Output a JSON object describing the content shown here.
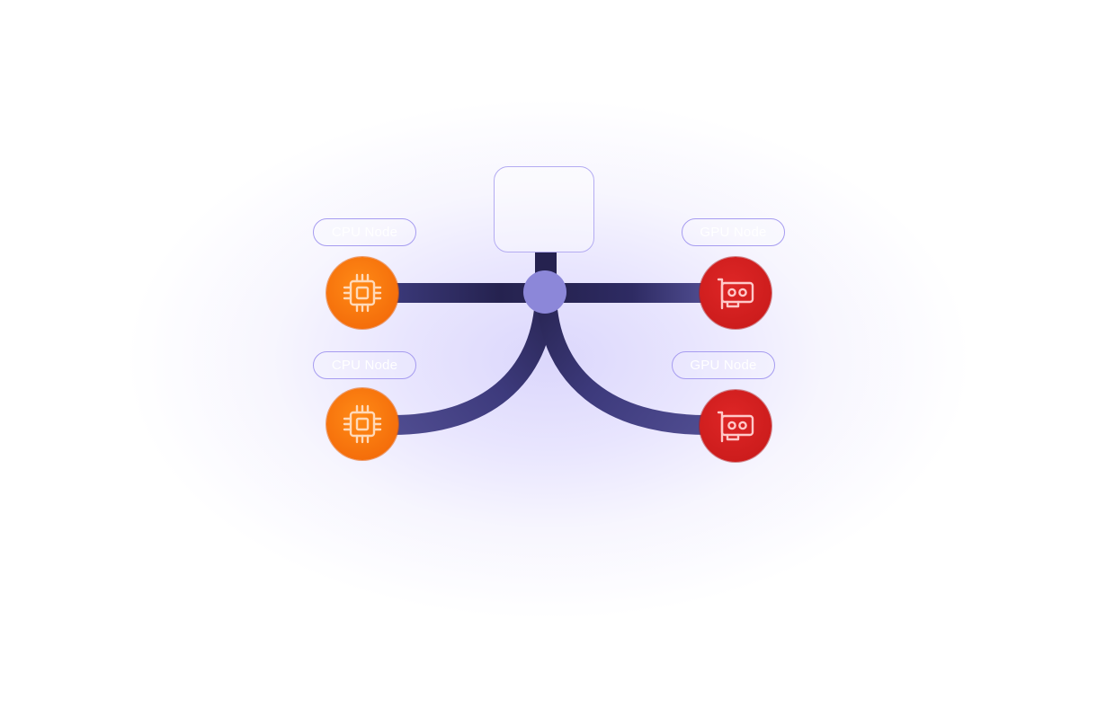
{
  "diagram": {
    "nodes": [
      {
        "id": "cpu-1",
        "kind": "cpu",
        "label": "CPU Node",
        "icon": "cpu-chip-icon"
      },
      {
        "id": "cpu-2",
        "kind": "cpu",
        "label": "CPU Node",
        "icon": "cpu-chip-icon"
      },
      {
        "id": "gpu-1",
        "kind": "gpu",
        "label": "GPU Node",
        "icon": "gpu-card-icon"
      },
      {
        "id": "gpu-2",
        "kind": "gpu",
        "label": "GPU Node",
        "icon": "gpu-card-icon"
      }
    ],
    "edges": [
      {
        "from": "hub",
        "to": "cpu-1"
      },
      {
        "from": "hub",
        "to": "cpu-2"
      },
      {
        "from": "hub",
        "to": "gpu-1"
      },
      {
        "from": "hub",
        "to": "gpu-2"
      }
    ],
    "colors": {
      "connector": "#2e2b63",
      "hub": "#8c87d9",
      "cpu": "#f46d0a",
      "gpu": "#cc1c1c",
      "glow": "#c8c0fa"
    }
  }
}
